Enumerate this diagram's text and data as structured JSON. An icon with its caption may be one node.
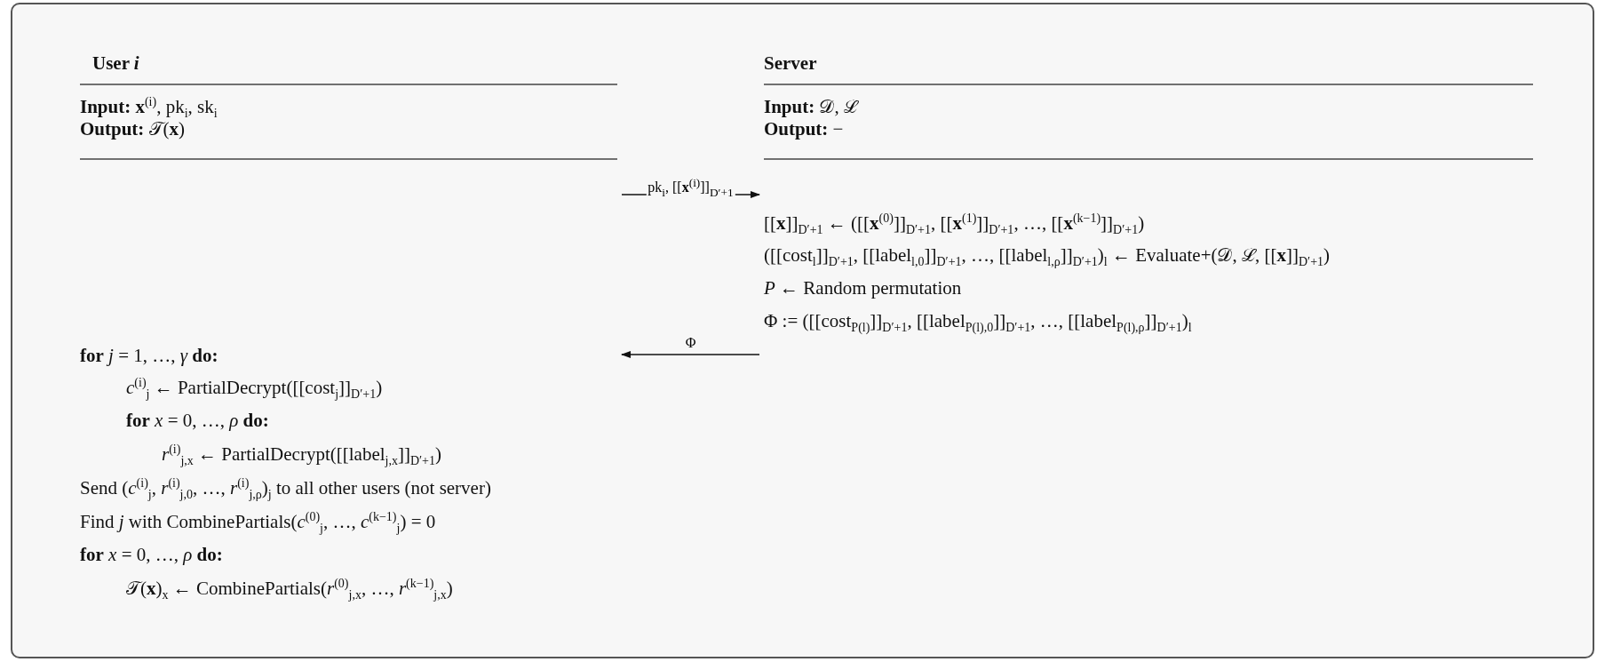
{
  "diagram": {
    "nodes": [
      {
        "text": [
          "User *i*",
          "**Input:** **x**$^{(i)}$, pk$_{i}$, sk$_{i}$",
          "**Output:** 𝒯(**x**)",
          "**for** *j* = 1, …, *γ* **do:**",
          "*c*$^{(i)}$$_{j}$ ← PartialDecrypt([[cost$_{j}$]]$_{D′+1}$)",
          "**for** *x* = 0, …, *ρ* **do:**",
          "*r*$^{(i)}$$_{j,x}$ ← PartialDecrypt([[label$_{j,x}$]]$_{D′+1}$)",
          "Send (*c*$^{(i)}$$_{j}$, *r*$^{(i)}$$_{j,0}$, …, *r*$^{(i)}$$_{j,ρ}$)$_{j}$ to all other users (not server)",
          "Find *j* with CombinePartials(*c*$^{(0)}$$_{j}$, …, *c*$^{(k−1)}$$_{j}$) = 0",
          "**for** *x* = 0, …, *ρ* **do:**",
          "𝒯(**x**)$_{x}$ ← CombinePartials(*r*$^{(0)}$$_{j,x}$, …, *r*$^{(k−1)}$$_{j,x}$)"
        ]
      },
      {
        "text": [
          "Server",
          "**Input:** 𝒟, ℒ",
          "**Output:** −",
          "[[**x**]]$_{D′+1}$ ← ([[**x**$^{(0)}$]]$_{D′+1}$, [[**x**$^{(1)}$]]$_{D′+1}$, …, [[**x**$^{(k−1)}$]]$_{D′+1}$)",
          "([[cost$_{l}$]]$_{D′+1}$, [[label$_{l,0}$]]$_{D′+1}$, …, [[label$_{l,ρ}$]]$_{D′+1}$)$_{l}$ ← Evaluate+(𝒟, ℒ, [[**x**]]$_{D′+1}$)",
          "*P* ← Random permutation",
          "Φ := ([[cost$_{P(l)}$]]$_{D′+1}$, [[label$_{P(l),0}$]]$_{D′+1}$, …, [[label$_{P(l),ρ}$]]$_{D′+1}$)$_{l}$"
        ]
      }
    ],
    "edges": [
      {
        "from": 0,
        "to": 1,
        "arrow": "to",
        "label": "pk$_{i}$, [[**x**$^{(i)}$]]$_{D′+1}$"
      },
      {
        "from": 1,
        "to": 0,
        "arrow": "to",
        "label": "Φ"
      }
    ]
  }
}
